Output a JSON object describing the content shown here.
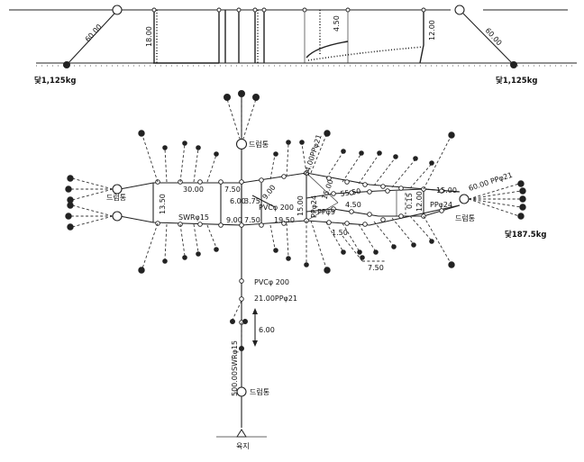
{
  "section_view": {
    "labels": {
      "left_rope": "60.00",
      "right_rope": "60.00",
      "net_depth_1": "18.00",
      "net_depth_2": "4.50",
      "net_depth_3": "12.00",
      "anchor_left": "닻1,125kg",
      "anchor_right": "닻1,125kg"
    }
  },
  "plan_view": {
    "labels": {
      "drum_top": "드럼통",
      "drum_left": "드럼통",
      "drum_right": "드럼통",
      "drum_bottom": "드럼통",
      "shore": "육지",
      "anchor_right": "닻187.5kg",
      "dim_30": "30.00",
      "dim_750_top": "7.50",
      "dim_1350": "13.50",
      "dim_600": "6.00",
      "dim_375": "3.75",
      "dim_900_top": "9.00",
      "pvc_mid": "PVCφ 200",
      "pp_54": "54.00PPφ21",
      "dim_1500_a": "15.00",
      "dim_550": "55.50",
      "dim_450": "4.50",
      "dim_015": "0.15",
      "dim_1200": "12.00",
      "dim_1500_b": "15.00",
      "pp_60": "60.00 PPφ21",
      "pp24_a": "PPφ24",
      "pp24_b": "PPφ24",
      "pp39": "PPφ9",
      "dim_1500_c": "15.00",
      "swr": "SWRφ15",
      "dim_900_bot": "9.00",
      "dim_750_bot": "7.50",
      "dim_1950": "19.50",
      "dim_150": "1.50",
      "dim_750_c": "7.50",
      "dim_1500_d": "15.00",
      "pvc_lead": "PVCφ 200",
      "pp_21": "21.00PPφ21",
      "dim_600_lead": "6.00",
      "swr_500": "500.00SWRφ15"
    }
  }
}
